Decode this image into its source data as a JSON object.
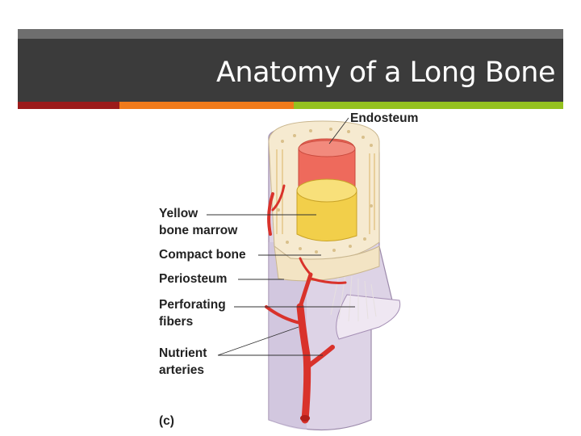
{
  "slide": {
    "title": "Anatomy of a Long Bone",
    "accent_colors": [
      "#9b1b1b",
      "#f07a1a",
      "#94c11f"
    ]
  },
  "diagram": {
    "labels": {
      "endosteum": "Endosteum",
      "yellow_marrow_1": "Yellow",
      "yellow_marrow_2": "bone marrow",
      "compact_bone": "Compact bone",
      "periosteum": "Periosteum",
      "perforating_1": "Perforating",
      "perforating_2": "fibers",
      "nutrient_1": "Nutrient",
      "nutrient_2": "arteries",
      "panel": "(c)"
    }
  }
}
